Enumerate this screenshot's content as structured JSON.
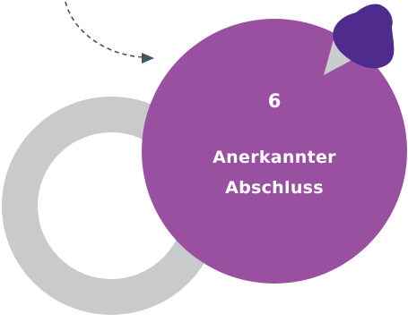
{
  "step": {
    "number": "6",
    "label_line1": "Anerkannter",
    "label_line2": "Abschluss"
  },
  "colors": {
    "step_circle": "#9a50a1",
    "pin": "#4f2b8e",
    "ring": "#c8cacc",
    "arrow": "#3f5560",
    "pin_pointer": "#c9cdd0"
  }
}
